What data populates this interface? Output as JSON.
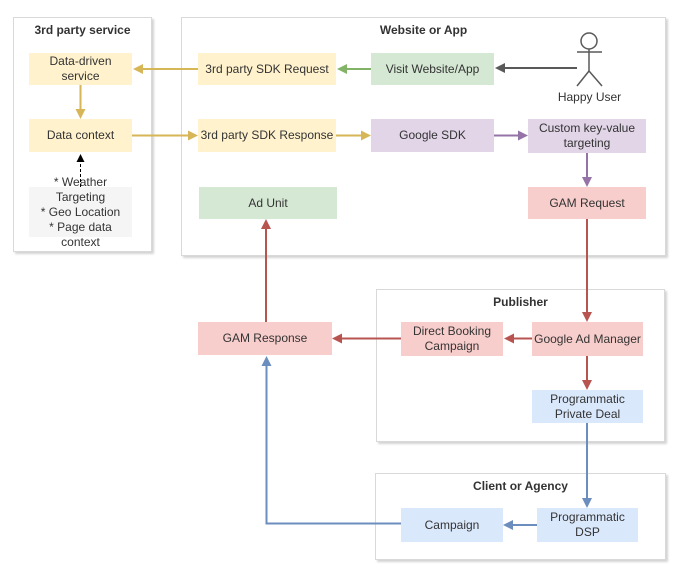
{
  "diagram": {
    "containers": {
      "third_party_service": {
        "title": "3rd party service"
      },
      "website_or_app": {
        "title": "Website or App"
      },
      "publisher": {
        "title": "Publisher"
      },
      "client_or_agency": {
        "title": "Client or Agency"
      }
    },
    "nodes": {
      "data_driven_service": {
        "label": "Data-driven service"
      },
      "data_context": {
        "label": "Data context"
      },
      "third_party_sdk_request": {
        "label": "3rd party SDK Request"
      },
      "visit_website_app": {
        "label": "Visit Website/App"
      },
      "third_party_sdk_response": {
        "label": "3rd party SDK Response"
      },
      "google_sdk": {
        "label": "Google SDK"
      },
      "custom_key_value_targeting": {
        "label": "Custom key-value targeting"
      },
      "gam_request": {
        "label": "GAM Request"
      },
      "ad_unit": {
        "label": "Ad Unit"
      },
      "gam_response": {
        "label": "GAM Response"
      },
      "direct_booking_campaign": {
        "label": "Direct Booking Campaign"
      },
      "google_ad_manager": {
        "label": "Google Ad Manager"
      },
      "programmatic_private_deal": {
        "label": "Programmatic Private Deal"
      },
      "campaign": {
        "label": "Campaign"
      },
      "programmatic_dsp": {
        "label": "Programmatic DSP"
      }
    },
    "note": {
      "lines": [
        "* Weather Targeting",
        "* Geo Location",
        "* Page data context"
      ]
    },
    "actor": {
      "label": "Happy User"
    },
    "colors": {
      "gold": "#D6B656",
      "green": "#82B366",
      "purple": "#9673A6",
      "red": "#B85450",
      "blue": "#6C8EBF",
      "gray": "#595959",
      "black": "#000000",
      "fill_yellow": "#FFF2CC",
      "fill_green": "#D5E8D4",
      "fill_purple": "#E1D5E7",
      "fill_red": "#F8CECC",
      "fill_blue": "#DAE8FC",
      "fill_note": "#F5F5F5"
    }
  }
}
